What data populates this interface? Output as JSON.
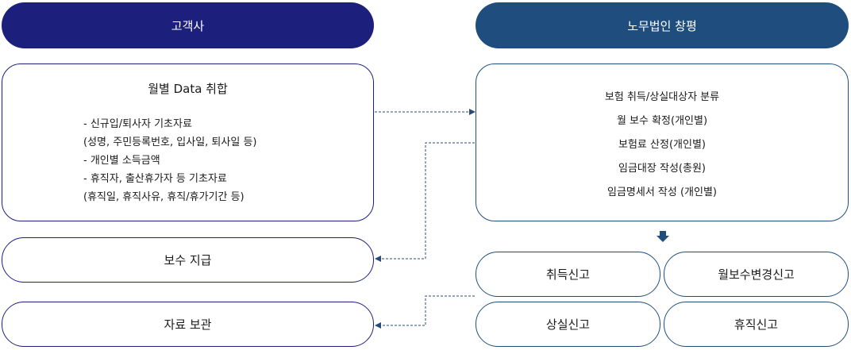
{
  "client": {
    "header": "고객사",
    "monthly_data": {
      "title": "월별 Data 취합",
      "items": [
        "- 신규입/퇴사자 기초자료",
        "(성명, 주민등록번호, 입사일, 퇴사일 등)",
        "- 개인별 소득금액",
        "- 휴직자, 출산휴가자 등 기초자료",
        "(휴직일, 휴직사유, 휴직/휴가기간 등)"
      ]
    },
    "pay": "보수 지급",
    "storage": "자료 보관"
  },
  "firm": {
    "header": "노무법인 창평",
    "tasks": [
      "보험 취득/상실대상자 분류",
      "월 보수 확정(개인별)",
      "보험료 산정(개인별)",
      "임금대장 작성(총원)",
      "임금명세서 작성 (개인별)"
    ],
    "reports": {
      "acquisition": "취득신고",
      "monthly_pay_change": "월보수변경신고",
      "loss": "상실신고",
      "leave": "휴직신고"
    }
  },
  "colors": {
    "client_navy": "#1d1f7c",
    "firm_blue": "#1f4e7e",
    "connector": "#2a4a78"
  }
}
